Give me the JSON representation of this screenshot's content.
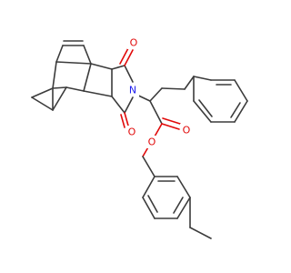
{
  "molecule": {
    "atoms": {
      "oxygen_imide_top": "O",
      "oxygen_imide_bottom": "O",
      "nitrogen_imide": "N",
      "oxygen_ester_carbonyl": "O",
      "oxygen_ester_link": "O"
    },
    "colors": {
      "bond": "#3b3b3b",
      "oxygen": "#e10a0a",
      "nitrogen": "#2020ee",
      "background": "#ffffff"
    }
  }
}
